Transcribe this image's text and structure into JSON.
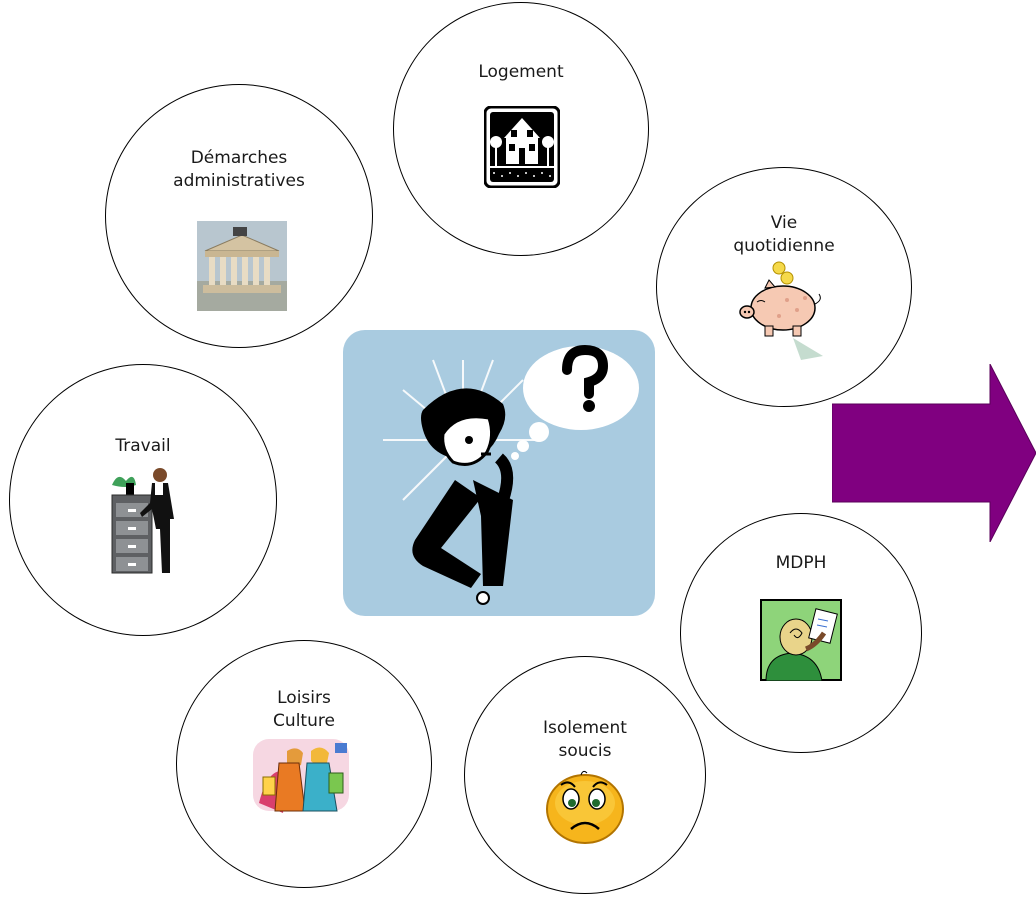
{
  "nodes": {
    "logement": {
      "label": "Logement",
      "icon": "house-icon"
    },
    "demarches": {
      "label": "Démarches\nadministratives",
      "icon": "government-building-icon"
    },
    "vie": {
      "label": "Vie\nquotidienne",
      "icon": "piggy-bank-icon"
    },
    "travail": {
      "label": "Travail",
      "icon": "office-worker-filing-cabinet-icon"
    },
    "mdph": {
      "label": "MDPH",
      "icon": "person-reading-document-icon"
    },
    "loisirs": {
      "label": "Loisirs\nCulture",
      "icon": "shopping-people-icon"
    },
    "isolement": {
      "label": "Isolement\nsoucis",
      "icon": "sad-face-icon"
    }
  },
  "center": {
    "icon": "thinking-person-question-icon"
  },
  "arrow": {
    "icon": "arrow-right-icon",
    "color": "#800080"
  },
  "colors": {
    "center_bg": "#a9cbe0",
    "stroke": "#000000"
  }
}
